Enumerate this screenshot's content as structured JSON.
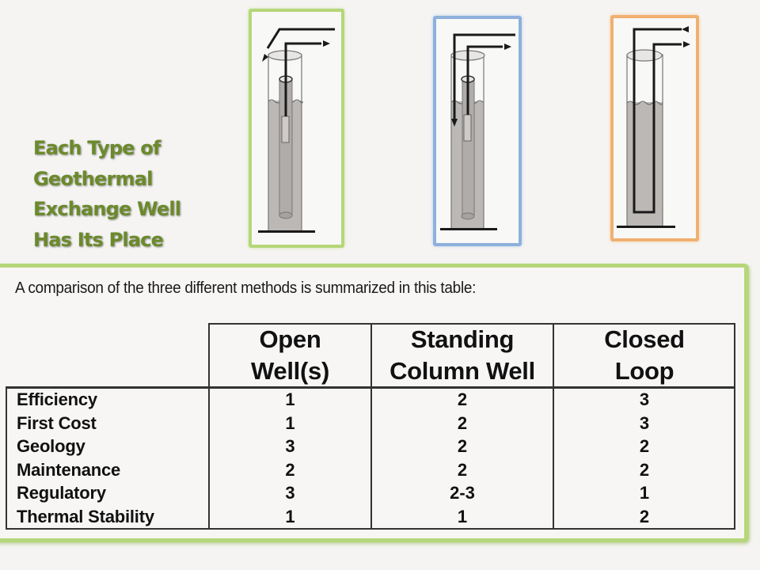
{
  "headline": {
    "lines": [
      "Each Type of",
      "Geothermal",
      "Exchange Well",
      "Has Its Place"
    ],
    "color": "#6b8a2a"
  },
  "diagrams": [
    {
      "name": "Open Well",
      "frame_color": "#b5d77a",
      "icons": [
        "arrow-out-right-icon",
        "arrow-discharge-down-left-icon"
      ]
    },
    {
      "name": "Standing Column Well",
      "frame_color": "#8eb0dc",
      "icons": [
        "arrow-out-right-icon",
        "arrow-return-down-icon"
      ]
    },
    {
      "name": "Closed Loop",
      "frame_color": "#f0b070",
      "icons": [
        "arrow-in-left-icon",
        "arrow-out-right-icon"
      ]
    }
  ],
  "intro_text": "A comparison of the three different methods is summarized in this table:",
  "table": {
    "columns": [
      {
        "line1": "Open",
        "line2": "Well(s)"
      },
      {
        "line1": "Standing",
        "line2": "Column Well"
      },
      {
        "line1": "Closed",
        "line2": "Loop"
      }
    ],
    "rows": [
      {
        "label": "Efficiency",
        "values": [
          "1",
          "2",
          "3"
        ]
      },
      {
        "label": "First Cost",
        "values": [
          "1",
          "2",
          "3"
        ]
      },
      {
        "label": "Geology",
        "values": [
          "3",
          "2",
          "2"
        ]
      },
      {
        "label": "Maintenance",
        "values": [
          "2",
          "2",
          "2"
        ]
      },
      {
        "label": "Regulatory",
        "values": [
          "3",
          "2-3",
          "1"
        ]
      },
      {
        "label": "Thermal Stability",
        "values": [
          "1",
          "1",
          "2"
        ]
      }
    ]
  }
}
